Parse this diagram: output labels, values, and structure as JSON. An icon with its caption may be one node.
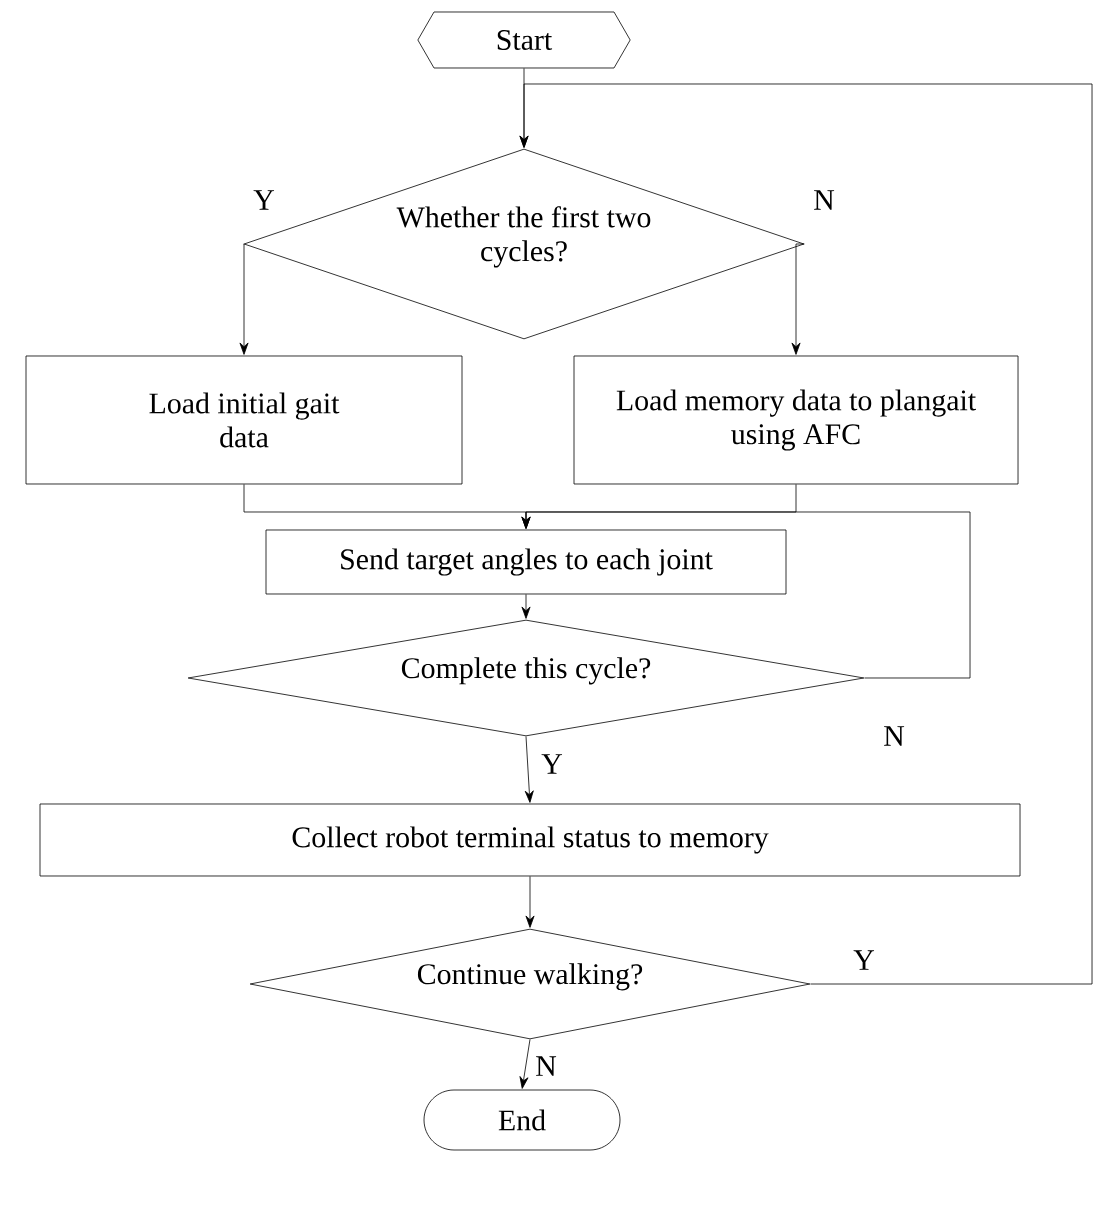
{
  "diagram": {
    "nodes": [
      {
        "text": [
          "Start"
        ]
      },
      {
        "text": [
          "Whether the first two cycles?"
        ]
      },
      {
        "text": [
          "Load initial gait data"
        ]
      },
      {
        "text": [
          "Load memory data to plangait using AFC"
        ]
      },
      {
        "text": [
          "Send target angles to each joint"
        ]
      },
      {
        "text": [
          "Complete this cycle?"
        ]
      },
      {
        "text": [
          "Collect robot terminal status to memory"
        ]
      },
      {
        "text": [
          "Continue walking?"
        ]
      },
      {
        "text": [
          "End"
        ]
      }
    ],
    "edges": [
      {
        "from": 0,
        "to": 1,
        "arrow": "to"
      },
      {
        "from": 1,
        "to": 2,
        "arrow": "to",
        "label": "Y"
      },
      {
        "from": 1,
        "to": 3,
        "arrow": "to",
        "label": "N"
      },
      {
        "from": 2,
        "to": 4,
        "arrow": "to"
      },
      {
        "from": 3,
        "to": 4,
        "arrow": "to"
      },
      {
        "from": 4,
        "to": 5,
        "arrow": "to"
      },
      {
        "from": 5,
        "to": 4,
        "arrow": "to",
        "label": "N"
      },
      {
        "from": 5,
        "to": 6,
        "arrow": "to",
        "label": "Y"
      },
      {
        "from": 6,
        "to": 7,
        "arrow": "to"
      },
      {
        "from": 7,
        "to": 1,
        "arrow": "to",
        "label": "Y"
      },
      {
        "from": 7,
        "to": 8,
        "arrow": "to",
        "label": "N"
      }
    ]
  }
}
